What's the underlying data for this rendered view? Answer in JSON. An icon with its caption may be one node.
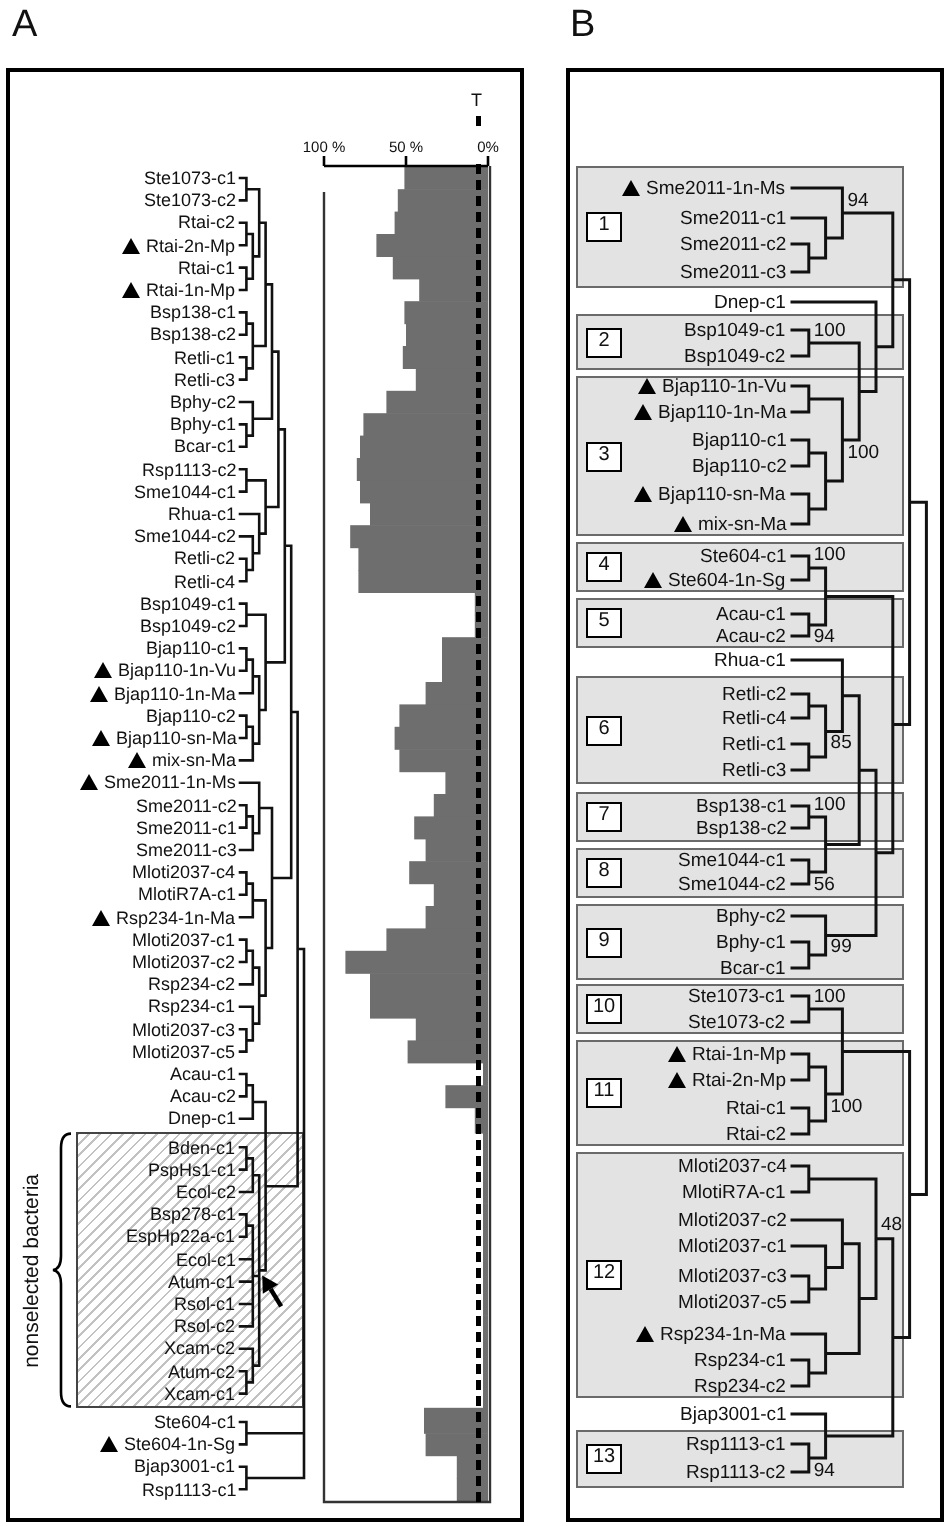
{
  "diagram": {
    "nodes": [
      {
        "text": [
          "A"
        ]
      },
      {
        "text": [
          "Ste1073-c1"
        ],
        "in": 0
      },
      {
        "text": [
          "Ste1073-c2"
        ],
        "in": 0
      },
      {
        "text": [
          "Rtai-c2"
        ],
        "in": 0
      },
      {
        "text": [
          "Rtai-2n-Mp"
        ],
        "in": 0
      },
      {
        "text": [
          "Rtai-c1"
        ],
        "in": 0
      },
      {
        "text": [
          "Rtai-1n-Mp"
        ],
        "in": 0
      },
      {
        "text": [
          "Bsp138-c1"
        ],
        "in": 0
      },
      {
        "text": [
          "Bsp138-c2"
        ],
        "in": 0
      },
      {
        "text": [
          "Retli-c1"
        ],
        "in": 0
      },
      {
        "text": [
          "Retli-c3"
        ],
        "in": 0
      },
      {
        "text": [
          "Bphy-c2"
        ],
        "in": 0
      },
      {
        "text": [
          "Bphy-c1"
        ],
        "in": 0
      },
      {
        "text": [
          "Bcar-c1"
        ],
        "in": 0
      },
      {
        "text": [
          "Rsp1113-c2"
        ],
        "in": 0
      },
      {
        "text": [
          "Sme1044-c1"
        ],
        "in": 0
      },
      {
        "text": [
          "Rhua-c1"
        ],
        "in": 0
      },
      {
        "text": [
          "Sme1044-c2"
        ],
        "in": 0
      },
      {
        "text": [
          "Retli-c2"
        ],
        "in": 0
      },
      {
        "text": [
          "Retli-c4"
        ],
        "in": 0
      },
      {
        "text": [
          "Bsp1049-c1"
        ],
        "in": 0
      },
      {
        "text": [
          "Bsp1049-c2"
        ],
        "in": 0
      },
      {
        "text": [
          "Bjap110-c1"
        ],
        "in": 0
      },
      {
        "text": [
          "Bjap110-1n-Vu"
        ],
        "in": 0
      },
      {
        "text": [
          "Bjap110-1n-Ma"
        ],
        "in": 0
      },
      {
        "text": [
          "Bjap110-c2"
        ],
        "in": 0
      },
      {
        "text": [
          "Bjap110-sn-Ma"
        ],
        "in": 0
      },
      {
        "text": [
          "mix-sn-Ma"
        ],
        "in": 0
      },
      {
        "text": [
          "Sme2011-1n-Ms"
        ],
        "in": 0
      },
      {
        "text": [
          "Sme2011-c2"
        ],
        "in": 0
      },
      {
        "text": [
          "Sme2011-c1"
        ],
        "in": 0
      },
      {
        "text": [
          "Sme2011-c3"
        ],
        "in": 0
      },
      {
        "text": [
          "Mloti2037-c4"
        ],
        "in": 0
      },
      {
        "text": [
          "MlotiR7A-c1"
        ],
        "in": 0
      },
      {
        "text": [
          "Rsp234-1n-Ma"
        ],
        "in": 0
      },
      {
        "text": [
          "Mloti2037-c1"
        ],
        "in": 0
      },
      {
        "text": [
          "Mloti2037-c2"
        ],
        "in": 0
      },
      {
        "text": [
          "Rsp234-c2"
        ],
        "in": 0
      },
      {
        "text": [
          "Rsp234-c1"
        ],
        "in": 0
      },
      {
        "text": [
          "Mloti2037-c3"
        ],
        "in": 0
      },
      {
        "text": [
          "Mloti2037-c5"
        ],
        "in": 0
      },
      {
        "text": [
          "Acau-c1"
        ],
        "in": 0
      },
      {
        "text": [
          "Acau-c2"
        ],
        "in": 0
      },
      {
        "text": [
          "Dnep-c1"
        ],
        "in": 0
      },
      {
        "text": [
          "nonselected bacteria"
        ],
        "in": 0
      },
      {
        "text": [
          "Bden-c1"
        ],
        "in": 44
      },
      {
        "text": [
          "PspHs1-c1"
        ],
        "in": 44
      },
      {
        "text": [
          "Ecol-c2"
        ],
        "in": 44
      },
      {
        "text": [
          "Bsp278-c1"
        ],
        "in": 44
      },
      {
        "text": [
          "EspHp22a-c1"
        ],
        "in": 44
      },
      {
        "text": [
          "Ecol-c1"
        ],
        "in": 44
      },
      {
        "text": [
          "Atum-c1"
        ],
        "in": 44
      },
      {
        "text": [
          "Rsol-c1"
        ],
        "in": 44
      },
      {
        "text": [
          "Rsol-c2"
        ],
        "in": 44
      },
      {
        "text": [
          "Xcam-c2"
        ],
        "in": 44
      },
      {
        "text": [
          "Atum-c2"
        ],
        "in": 44
      },
      {
        "text": [
          "Xcam-c1"
        ],
        "in": 44
      },
      {
        "text": [
          "Ste604-c1"
        ],
        "in": 0
      },
      {
        "text": [
          "Ste604-1n-Sg"
        ],
        "in": 0
      },
      {
        "text": [
          "Bjap3001-c1"
        ],
        "in": 0
      },
      {
        "text": [
          "Rsp1113-c1"
        ],
        "in": 0
      },
      {
        "text": [
          "B"
        ]
      },
      {
        "text": [
          "1"
        ],
        "in": 61,
        "beside": [
          "94"
        ]
      },
      {
        "text": [
          "Sme2011-1n-Ms"
        ],
        "in": 62
      },
      {
        "text": [
          "Sme2011-c1"
        ],
        "in": 62
      },
      {
        "text": [
          "Sme2011-c2"
        ],
        "in": 62
      },
      {
        "text": [
          "Sme2011-c3"
        ],
        "in": 62
      },
      {
        "text": [
          "Dnep-c1"
        ],
        "in": 61
      },
      {
        "text": [
          "2"
        ],
        "in": 61,
        "beside": [
          "100"
        ]
      },
      {
        "text": [
          "Bsp1049-c1"
        ],
        "in": 68
      },
      {
        "text": [
          "Bsp1049-c2"
        ],
        "in": 68
      },
      {
        "text": [
          "3"
        ],
        "in": 61,
        "beside": [
          "100"
        ]
      },
      {
        "text": [
          "Bjap110-1n-Vu"
        ],
        "in": 71
      },
      {
        "text": [
          "Bjap110-1n-Ma"
        ],
        "in": 71
      },
      {
        "text": [
          "Bjap110-c1"
        ],
        "in": 71
      },
      {
        "text": [
          "Bjap110-c2"
        ],
        "in": 71
      },
      {
        "text": [
          "Bjap110-sn-Ma"
        ],
        "in": 71
      },
      {
        "text": [
          "mix-sn-Ma"
        ],
        "in": 71
      },
      {
        "text": [
          "4"
        ],
        "in": 61,
        "beside": [
          "100"
        ]
      },
      {
        "text": [
          "Ste604-c1"
        ],
        "in": 78
      },
      {
        "text": [
          "Ste604-1n-Sg"
        ],
        "in": 78
      },
      {
        "text": [
          "5"
        ],
        "in": 61,
        "beside": [
          "94"
        ]
      },
      {
        "text": [
          "Acau-c1"
        ],
        "in": 81
      },
      {
        "text": [
          "Acau-c2"
        ],
        "in": 81
      },
      {
        "text": [
          "Rhua-c1"
        ],
        "in": 61
      },
      {
        "text": [
          "6"
        ],
        "in": 61,
        "beside": [
          "85"
        ]
      },
      {
        "text": [
          "Retli-c2"
        ],
        "in": 85
      },
      {
        "text": [
          "Retli-c4"
        ],
        "in": 85
      },
      {
        "text": [
          "Retli-c1"
        ],
        "in": 85
      },
      {
        "text": [
          "Retli-c3"
        ],
        "in": 85
      },
      {
        "text": [
          "7"
        ],
        "in": 61,
        "beside": [
          "100"
        ]
      },
      {
        "text": [
          "Bsp138-c1"
        ],
        "in": 90
      },
      {
        "text": [
          "Bsp138-c2"
        ],
        "in": 90
      },
      {
        "text": [
          "8"
        ],
        "in": 61,
        "beside": [
          "56"
        ]
      },
      {
        "text": [
          "Sme1044-c1"
        ],
        "in": 93
      },
      {
        "text": [
          "Sme1044-c2"
        ],
        "in": 93
      },
      {
        "text": [
          "9"
        ],
        "in": 61,
        "beside": [
          "99"
        ]
      },
      {
        "text": [
          "Bphy-c2"
        ],
        "in": 96
      },
      {
        "text": [
          "Bphy-c1"
        ],
        "in": 96
      },
      {
        "text": [
          "Bcar-c1"
        ],
        "in": 96
      },
      {
        "text": [
          "10"
        ],
        "in": 61,
        "beside": [
          "100"
        ]
      },
      {
        "text": [
          "Ste1073-c1"
        ],
        "in": 100
      },
      {
        "text": [
          "Ste1073-c2"
        ],
        "in": 100
      },
      {
        "text": [
          "11"
        ],
        "in": 61,
        "beside": [
          "100"
        ]
      },
      {
        "text": [
          "Rtai-1n-Mp"
        ],
        "in": 103
      },
      {
        "text": [
          "Rtai-2n-Mp"
        ],
        "in": 103
      },
      {
        "text": [
          "Rtai-c1"
        ],
        "in": 103
      },
      {
        "text": [
          "Rtai-c2"
        ],
        "in": 103
      },
      {
        "text": [
          "12"
        ],
        "in": 61,
        "beside": [
          "48"
        ]
      },
      {
        "text": [
          "Mloti2037-c4"
        ],
        "in": 108
      },
      {
        "text": [
          "MlotiR7A-c1"
        ],
        "in": 108
      },
      {
        "text": [
          "Mloti2037-c2"
        ],
        "in": 108
      },
      {
        "text": [
          "Mloti2037-c1"
        ],
        "in": 108
      },
      {
        "text": [
          "Mloti2037-c3"
        ],
        "in": 108
      },
      {
        "text": [
          "Mloti2037-c5"
        ],
        "in": 108
      },
      {
        "text": [
          "Rsp234-1n-Ma"
        ],
        "in": 108
      },
      {
        "text": [
          "Rsp234-c1"
        ],
        "in": 108
      },
      {
        "text": [
          "Rsp234-c2"
        ],
        "in": 108
      },
      {
        "text": [
          "Bjap3001-c1"
        ],
        "in": 61
      },
      {
        "text": [
          "13"
        ],
        "in": 61,
        "beside": [
          "94"
        ]
      },
      {
        "text": [
          "Rsp1113-c1"
        ],
        "in": 119
      },
      {
        "text": [
          "Rsp1113-c2"
        ],
        "in": 119
      }
    ],
    "labels": [
      "T"
    ],
    "chart_data": {
      "type": "bar",
      "orientation": "horizontal",
      "xlim": [
        100,
        0
      ],
      "xticks": [
        {
          "value": 100,
          "label": "100 %"
        },
        {
          "value": 50,
          "label": "50 %"
        },
        {
          "value": 0,
          "label": "0%"
        }
      ],
      "values": [
        51,
        55,
        57,
        68,
        58,
        42,
        51,
        50,
        52,
        44,
        62,
        76,
        78,
        80,
        78,
        72,
        84,
        79,
        79,
        8,
        8,
        28,
        28,
        38,
        54,
        57,
        54,
        26,
        33,
        45,
        38,
        48,
        33,
        38,
        62,
        87,
        72,
        72,
        44,
        49,
        3,
        26,
        8,
        3,
        3,
        3,
        3,
        3,
        3,
        3,
        3,
        3,
        3,
        3,
        3,
        39,
        38,
        19,
        19
      ]
    }
  }
}
